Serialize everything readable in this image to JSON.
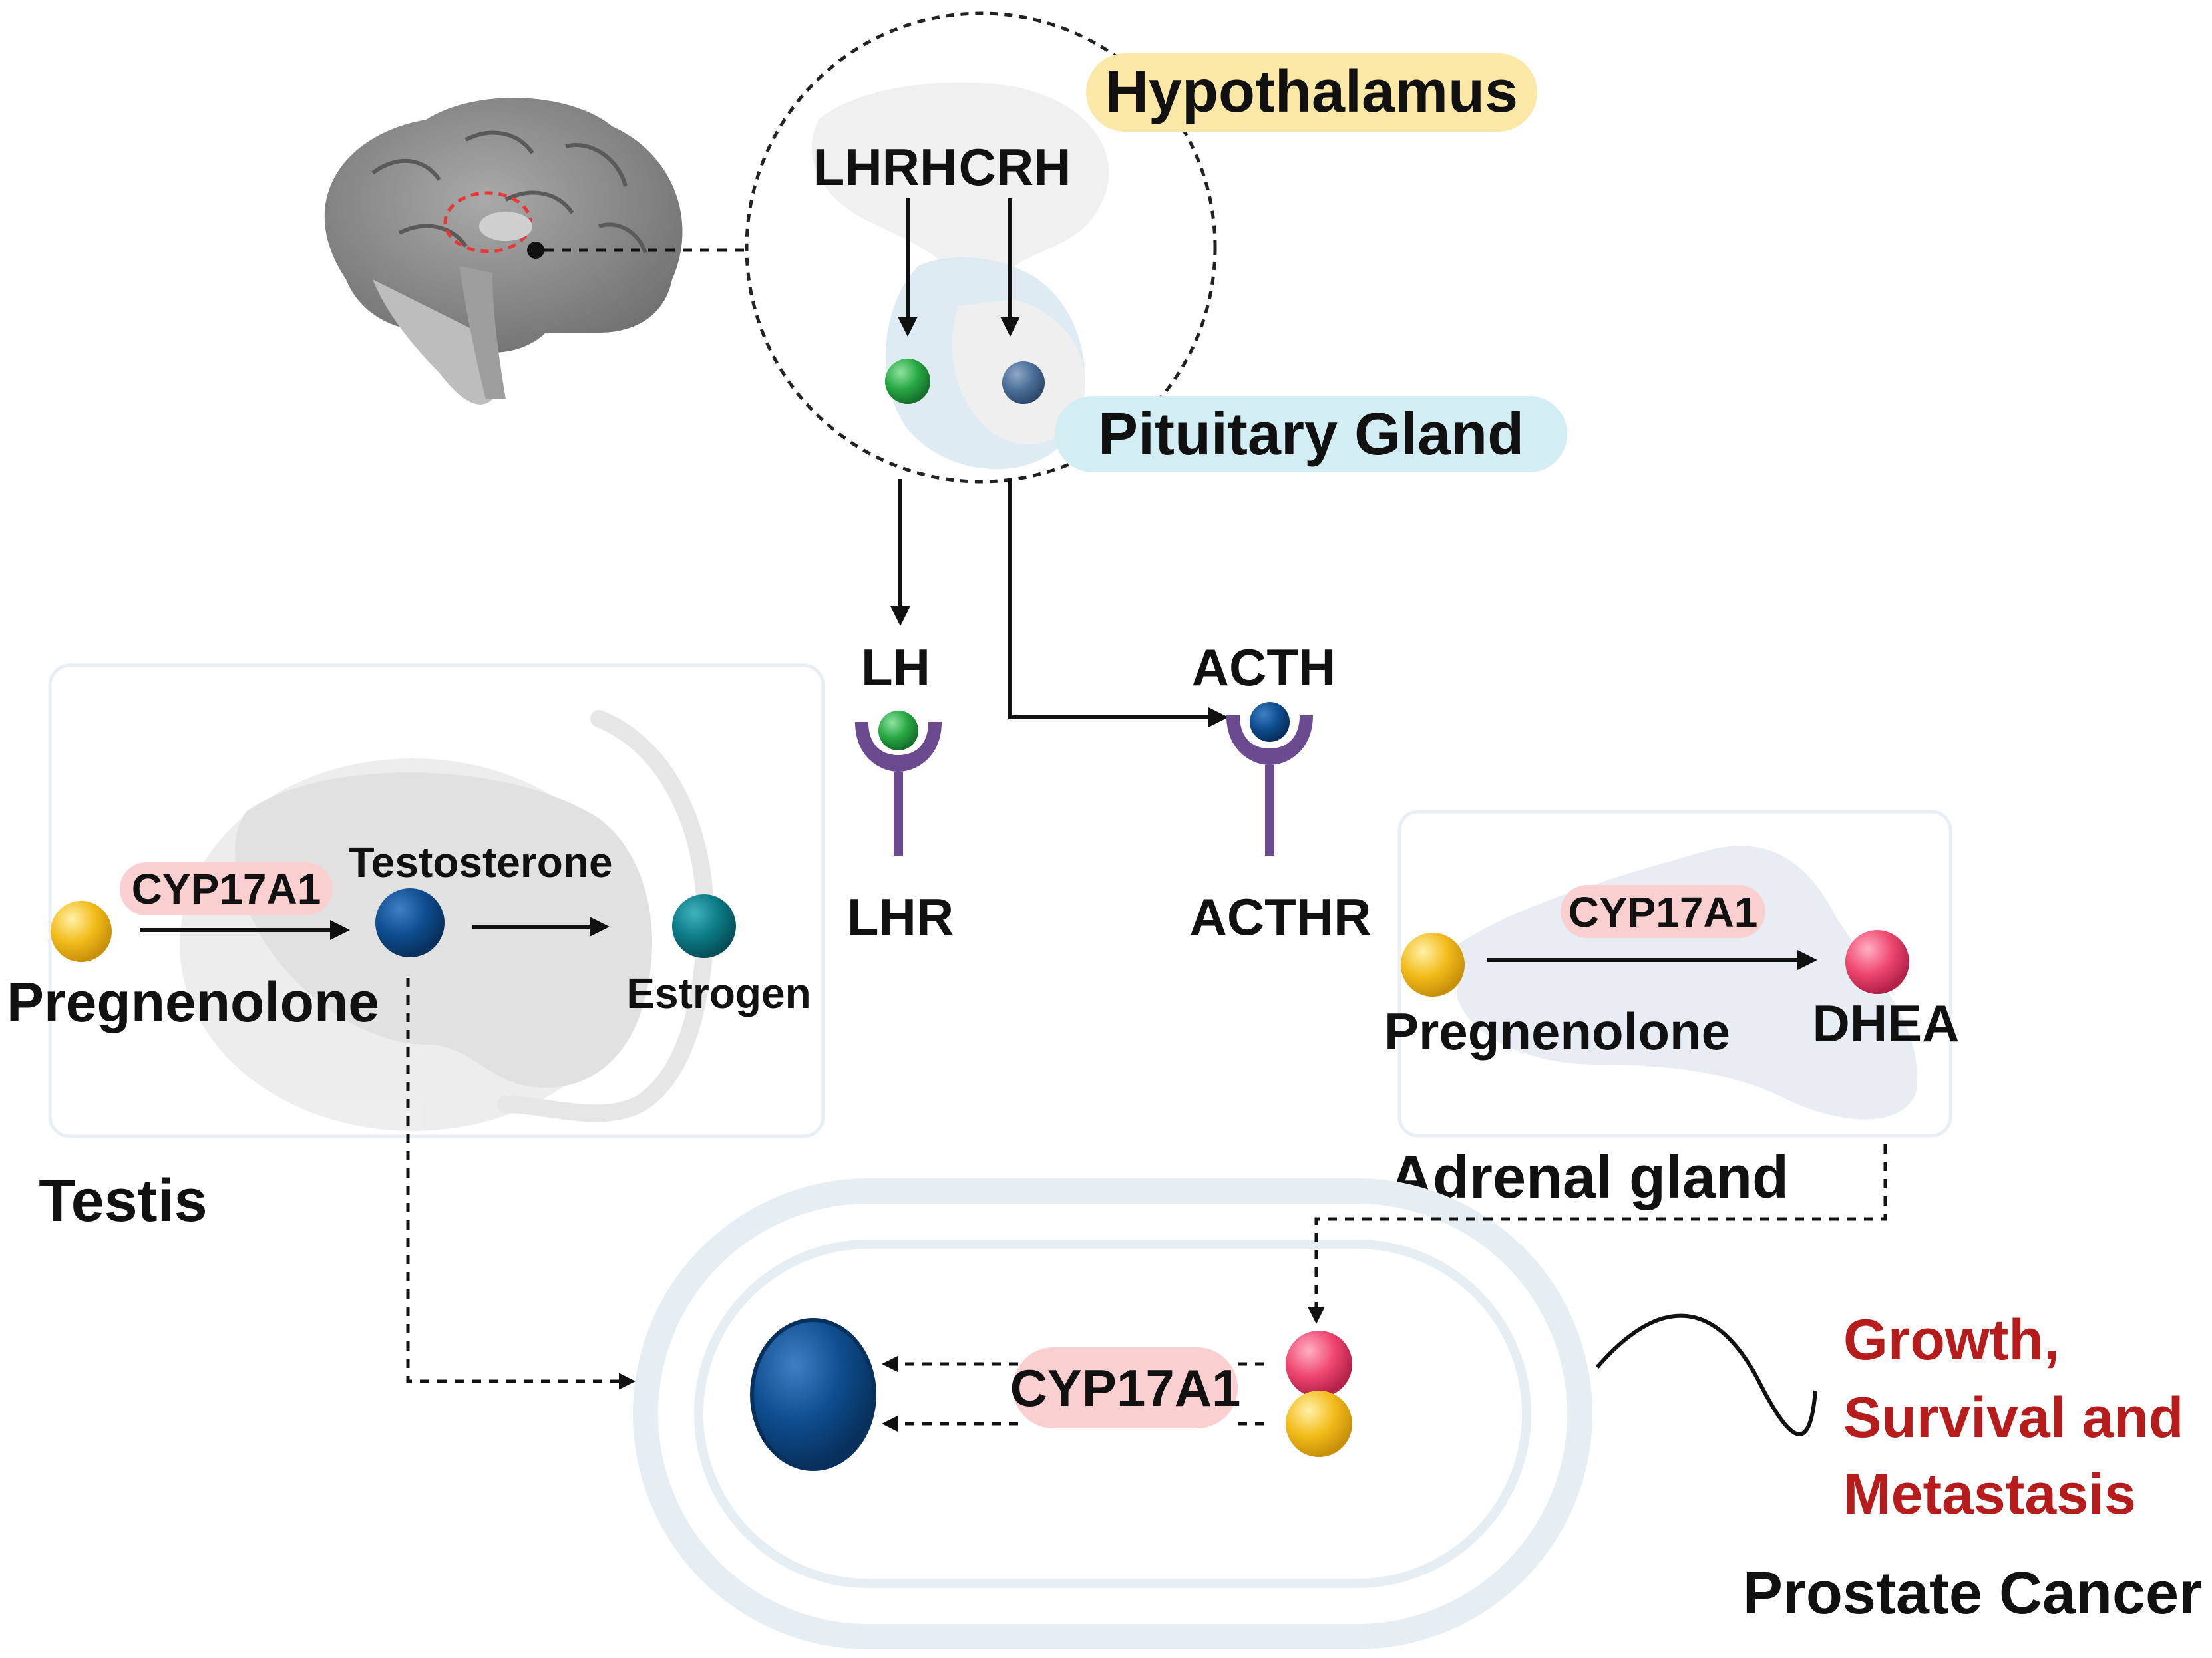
{
  "colors": {
    "hypothalamus_pill": "#fbe8a6",
    "pituitary_pill": "#d3eef2",
    "enzyme_pill": "#f9d0cf",
    "pregnenolone": "#f2bc1b",
    "testosterone": "#0e4d8f",
    "estrogen": "#0b7b86",
    "dhea": "#ef476f",
    "lh_ligand": "#27a844",
    "acth_ligand": "#1c5d97",
    "receptor": "#6b4a8f",
    "outcome_text": "#b71c1c",
    "text": "#111111"
  },
  "brain": {
    "hypothalamus_label": "Hypothalamus",
    "pituitary_label": "Pituitary Gland",
    "releasing_hormone_1": "LHRH",
    "releasing_hormone_2": "CRH"
  },
  "receptors": {
    "lh": {
      "ligand": "LH",
      "receptor": "LHR"
    },
    "acth": {
      "ligand": "ACTH",
      "receptor": "ACTHR"
    }
  },
  "testis": {
    "label": "Testis",
    "precursor": "Pregnenolone",
    "enzyme": "CYP17A1",
    "product": "Testosterone",
    "downstream": "Estrogen"
  },
  "adrenal": {
    "label": "Adrenal gland",
    "precursor": "Pregnenolone",
    "enzyme": "CYP17A1",
    "product": "DHEA"
  },
  "prostate": {
    "label": "Prostate Cancer",
    "enzyme": "CYP17A1",
    "outcome_line1": "Growth,",
    "outcome_line2": "Survival and",
    "outcome_line3": "Metastasis"
  }
}
